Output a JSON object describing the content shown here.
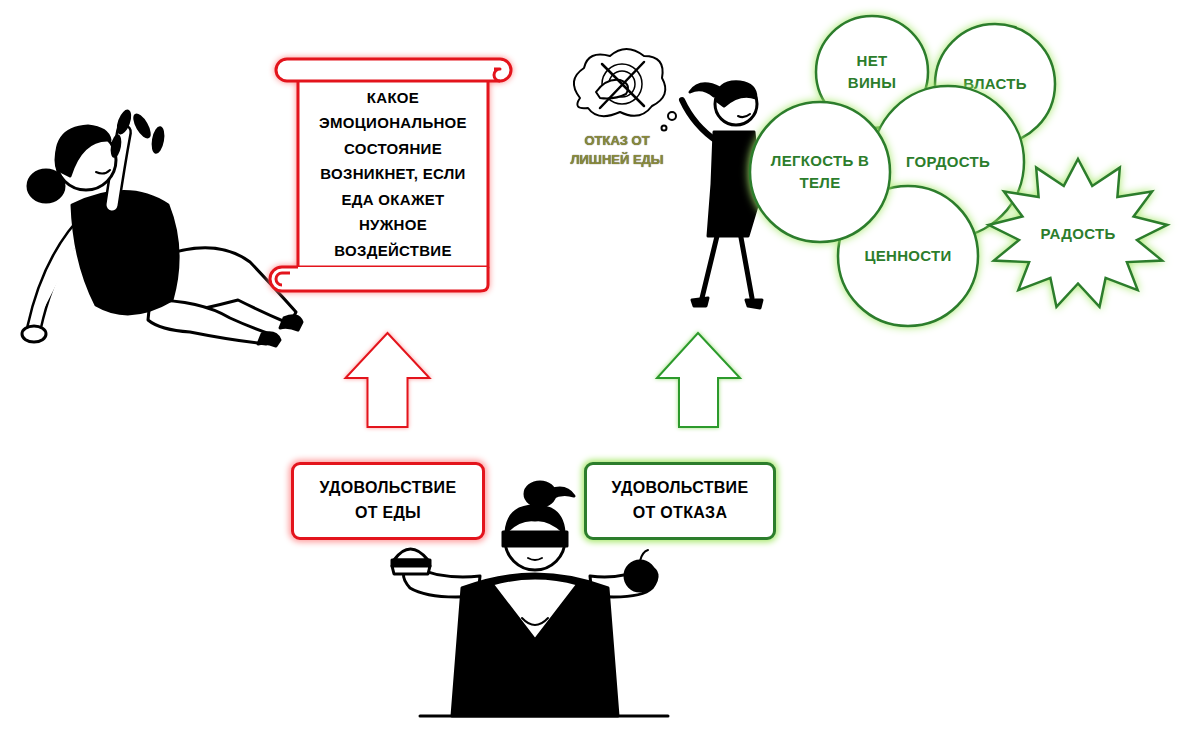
{
  "diagram": {
    "nodes": [
      {
        "text": [
          "КАКОЕ ЭМОЦИОНАЛЬНОЕ СОСТОЯНИЕ ВОЗНИКНЕТ, ЕСЛИ ЕДА ОКАЖЕТ НУЖНОЕ ВОЗДЕЙСТВИЕ"
        ]
      },
      {
        "text": [
          "НЕТ ВИНЫ"
        ]
      },
      {
        "text": [
          "ВЛАСТЬ"
        ]
      },
      {
        "text": [
          "ЛЕГКОСТЬ В ТЕЛЕ"
        ]
      },
      {
        "text": [
          "ГОРДОСТЬ"
        ]
      },
      {
        "text": [
          "ЦЕННОСТИ"
        ]
      },
      {
        "text": [
          "РАДОСТЬ"
        ]
      },
      {
        "text": [
          "УДОВОЛЬСТВИЕ ОТ ЕДЫ"
        ]
      },
      {
        "text": [
          "УДОВОЛЬСТВИЕ ОТ ОТКАЗА"
        ]
      }
    ],
    "edges": [
      {
        "from": 7,
        "to": 0,
        "arrow": "to"
      }
    ],
    "labels": [
      "ОТКАЗ ОТ ЛИШНЕЙ ЕДЫ"
    ]
  }
}
